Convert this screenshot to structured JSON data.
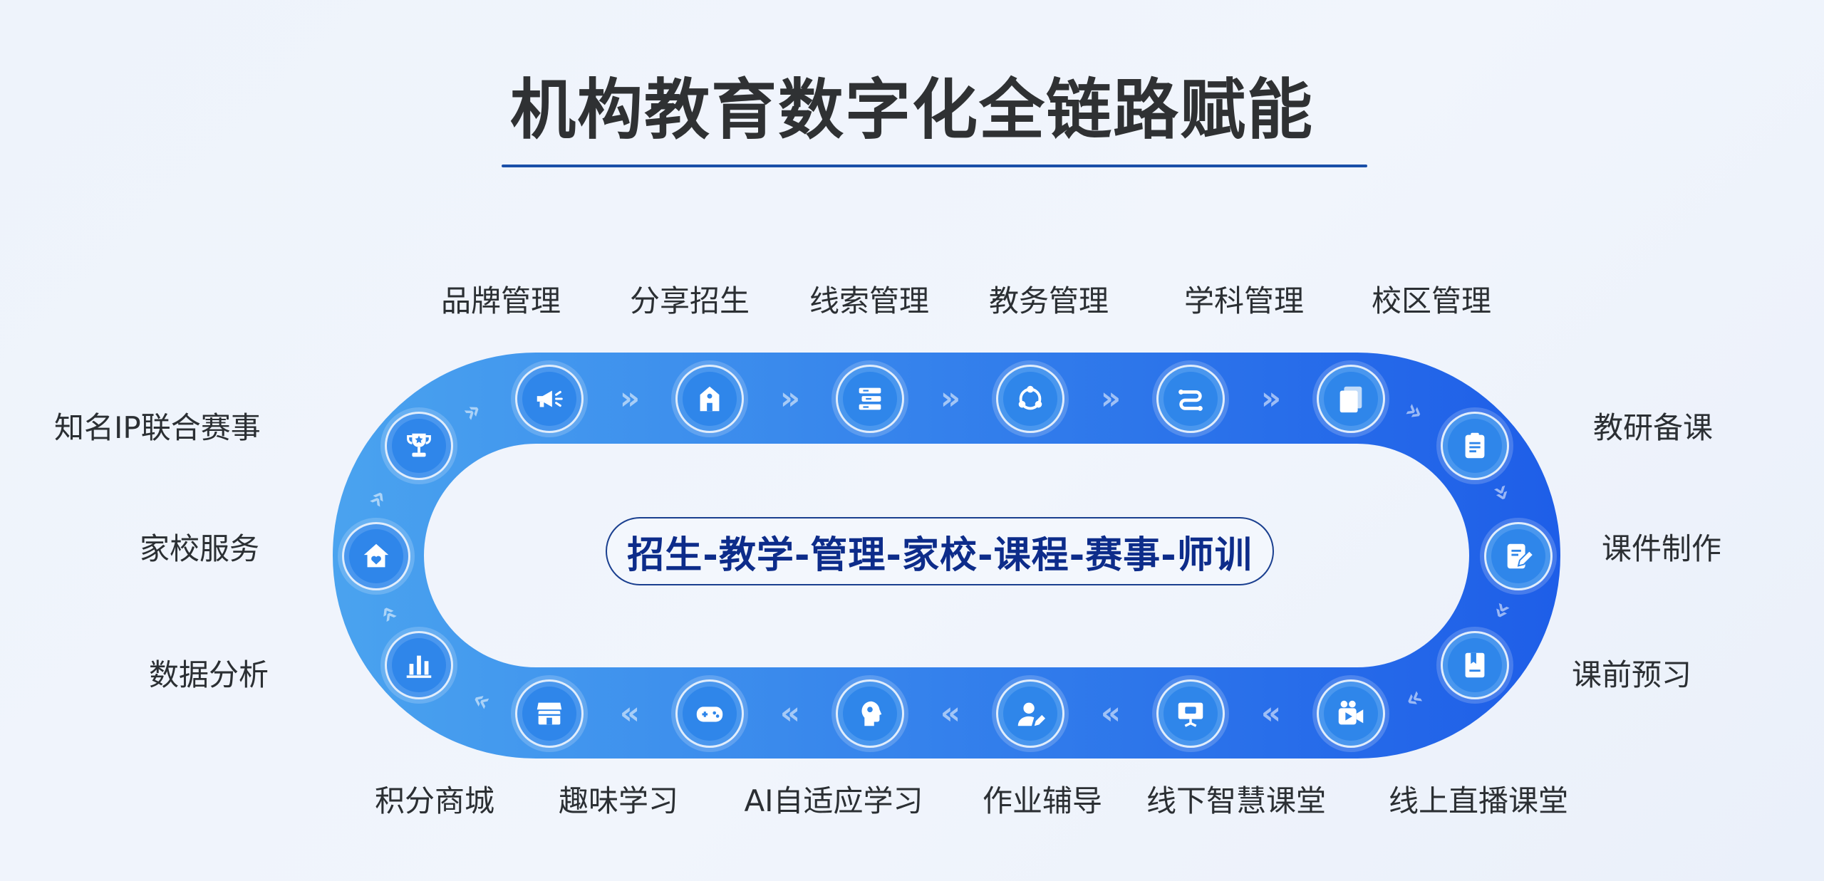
{
  "title": "机构教育数字化全链路赋能",
  "center_label": "招生-教学-管理-家校-课程-赛事-师训",
  "colors": {
    "track_light": "#4aa3ef",
    "track_dark": "#1e5ee8",
    "title_rule": "#1a4fa8",
    "pill_text": "#0d2c8a"
  },
  "top_items": [
    {
      "label": "品牌管理",
      "icon": "megaphone-icon"
    },
    {
      "label": "分享招生",
      "icon": "school-icon"
    },
    {
      "label": "线索管理",
      "icon": "books-icon"
    },
    {
      "label": "教务管理",
      "icon": "network-icon"
    },
    {
      "label": "学科管理",
      "icon": "route-icon"
    },
    {
      "label": "校区管理",
      "icon": "document-stack-icon"
    }
  ],
  "right_items": [
    {
      "label": "教研备课",
      "icon": "clipboard-list-icon"
    },
    {
      "label": "课件制作",
      "icon": "edit-document-icon"
    },
    {
      "label": "课前预习",
      "icon": "book-icon"
    }
  ],
  "bottom_items": [
    {
      "label": "积分商城",
      "icon": "store-icon"
    },
    {
      "label": "趣味学习",
      "icon": "gamepad-icon"
    },
    {
      "label": "AI自适应学习",
      "icon": "head-profile-icon"
    },
    {
      "label": "作业辅导",
      "icon": "user-edit-icon"
    },
    {
      "label": "线下智慧课堂",
      "icon": "presentation-board-icon"
    },
    {
      "label": "线上直播课堂",
      "icon": "video-camera-icon"
    }
  ],
  "left_items": [
    {
      "label": "知名IP联合赛事",
      "icon": "trophy-icon"
    },
    {
      "label": "家校服务",
      "icon": "home-heart-icon"
    },
    {
      "label": "数据分析",
      "icon": "bar-chart-icon"
    }
  ]
}
